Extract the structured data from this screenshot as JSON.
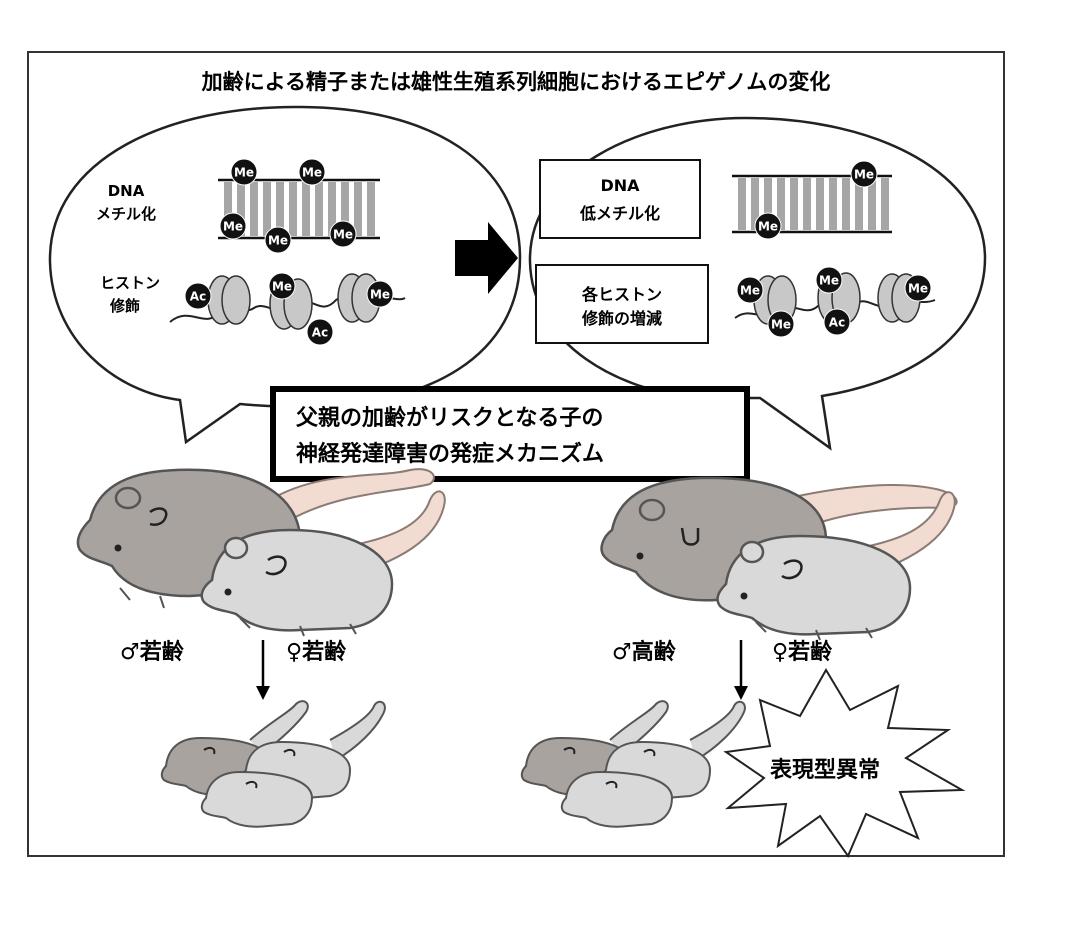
{
  "title": "加齢による精子または雄性生殖系列細胞におけるエピゲノムの変化",
  "left_bubble": {
    "dna_label_line1": "DNA",
    "dna_label_line2": "メチル化",
    "histone_label_line1": "ヒストン",
    "histone_label_line2": "修飾"
  },
  "right_bubble": {
    "dna_label_line1": "DNA",
    "dna_label_line2": "低メチル化",
    "histone_label_line1": "各ヒストン",
    "histone_label_line2": "修飾の増減"
  },
  "marks": {
    "methyl": "Me",
    "acetyl": "Ac"
  },
  "central_box": {
    "line1": "父親の加齢がリスクとなる子の",
    "line2": "神経発達障害の発症メカニズム"
  },
  "left_mice": {
    "male_label": "♂若齢",
    "female_label": "♀若齢"
  },
  "right_mice": {
    "male_label": "♂高齢",
    "female_label": "♀若齢"
  },
  "abnormal_label": "表現型異常",
  "colors": {
    "frame_border": "#333333",
    "mouse_dark": "#a9a39f",
    "mouse_light": "#d9d9d9",
    "mouse_outline": "#555555",
    "tail": "#f2dcd2",
    "dna_rung": "#a6a6a6",
    "nucleosome": "#c8c8c8",
    "mark_fill": "#111111"
  }
}
